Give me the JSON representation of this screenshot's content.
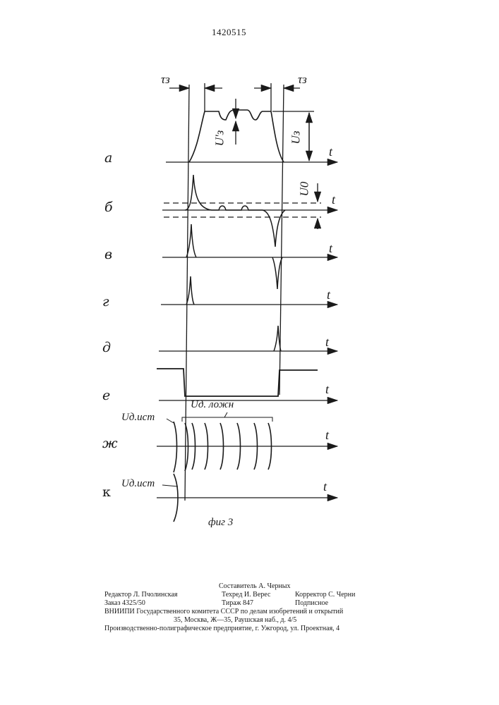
{
  "patent_number": "1420515",
  "figure_caption": "фиг 3",
  "row_labels": [
    "а",
    "б",
    "в",
    "г",
    "д",
    "е",
    "ж",
    "к"
  ],
  "axis_label": "t",
  "symbols": {
    "tau_left": "τз",
    "tau_right": "τз",
    "u3_prime": "U'з",
    "u3": "Uз",
    "u0": "U0"
  },
  "annotations": {
    "ud_false": "Uд. ложн",
    "ud_true_zh": "Uд.ист",
    "ud_true_k": "Uд.ист"
  },
  "imprint": {
    "compiler": "Составитель А. Черных",
    "editor": "Редактор Л. Пчолинская",
    "techred": "Техред И. Верес",
    "corrector": "Корректор С. Черни",
    "order": "Заказ 4325/50",
    "circulation": "Тираж 847",
    "signed": "Подписное",
    "vniipi": "ВНИИПИ Государственного комитета СССР по делам изобретений и открытий",
    "address": "35, Москва, Ж—35, Раушская наб., д. 4/5",
    "printer": "Производственно-полиграфическое предприятие, г. Ужгород, ул. Проектная, 4"
  }
}
